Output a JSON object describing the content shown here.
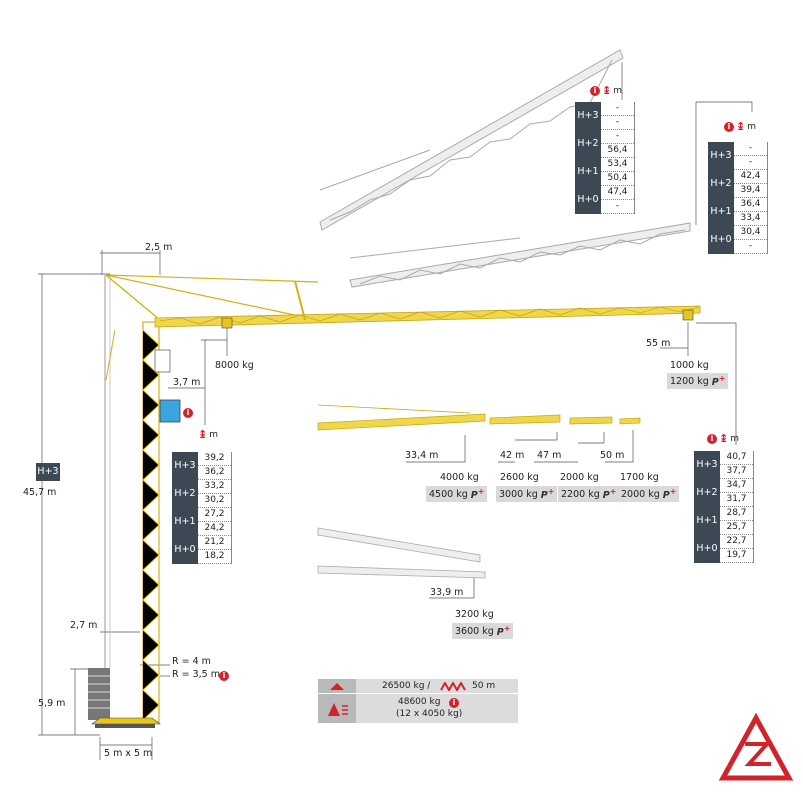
{
  "dims": {
    "jib_top": "2,5 m",
    "cab_offset": "3,7 m",
    "mast_offset": "2,7 m",
    "radius_1": "R = 4 m",
    "radius_2": "R = 3,5 m",
    "base_height": "5,9 m",
    "base_size": "5 m x 5 m",
    "total_height": "45,7 m",
    "height_tag": "H+3"
  },
  "loads": {
    "max_load": "8000 kg",
    "tip_radius": "55 m",
    "tip_load": "1000 kg",
    "tip_load_plus": "1200 kg",
    "pts": [
      {
        "r": "33,4 m",
        "kg": "4000 kg",
        "plus": "4500 kg"
      },
      {
        "r": "42 m",
        "kg": "2600 kg",
        "plus": "3000 kg"
      },
      {
        "r": "47 m",
        "kg": "2000 kg",
        "plus": "2200 kg"
      },
      {
        "r": "50 m",
        "kg": "1700 kg",
        "plus": "2000 kg"
      }
    ],
    "short_r": "33,9 m",
    "short_kg": "3200 kg",
    "short_plus": "3600 kg",
    "p_symbol": "P"
  },
  "hook_unit": "m",
  "tables": {
    "main": {
      "rows": [
        {
          "tag": "H+3",
          "vals": [
            "39,2",
            "36,2"
          ]
        },
        {
          "tag": "H+2",
          "vals": [
            "33,2",
            "30,2"
          ]
        },
        {
          "tag": "H+1",
          "vals": [
            "27,2",
            "24,2"
          ]
        },
        {
          "tag": "H+0",
          "vals": [
            "21,2",
            "18,2"
          ]
        }
      ]
    },
    "luff1": {
      "rows": [
        {
          "tag": "H+3",
          "vals": [
            "-",
            "-"
          ]
        },
        {
          "tag": "H+2",
          "vals": [
            "-",
            "56,4"
          ]
        },
        {
          "tag": "H+1",
          "vals": [
            "53,4",
            "50,4"
          ]
        },
        {
          "tag": "H+0",
          "vals": [
            "47,4",
            "-"
          ]
        }
      ]
    },
    "luff2": {
      "rows": [
        {
          "tag": "H+3",
          "vals": [
            "-",
            "-"
          ]
        },
        {
          "tag": "H+2",
          "vals": [
            "42,4",
            "39,4"
          ]
        },
        {
          "tag": "H+1",
          "vals": [
            "36,4",
            "33,4"
          ]
        },
        {
          "tag": "H+0",
          "vals": [
            "30,4",
            "-"
          ]
        }
      ]
    },
    "horiz": {
      "rows": [
        {
          "tag": "H+3",
          "vals": [
            "40,7",
            "37,7"
          ]
        },
        {
          "tag": "H+2",
          "vals": [
            "34,7",
            "31,7"
          ]
        },
        {
          "tag": "H+1",
          "vals": [
            "28,7",
            "25,7"
          ]
        },
        {
          "tag": "H+0",
          "vals": [
            "22,7",
            "19,7"
          ]
        }
      ]
    }
  },
  "info_box": {
    "row1": "26500 kg /",
    "row1_b": "50 m",
    "row2": "48600 kg",
    "row2_sub": "(12 x 4050 kg)"
  },
  "info_mark": "i",
  "colors": {
    "crane": "#e8c51c",
    "dark": "#3c4854",
    "red": "#d2232a",
    "grey": "#d9d9d9"
  }
}
